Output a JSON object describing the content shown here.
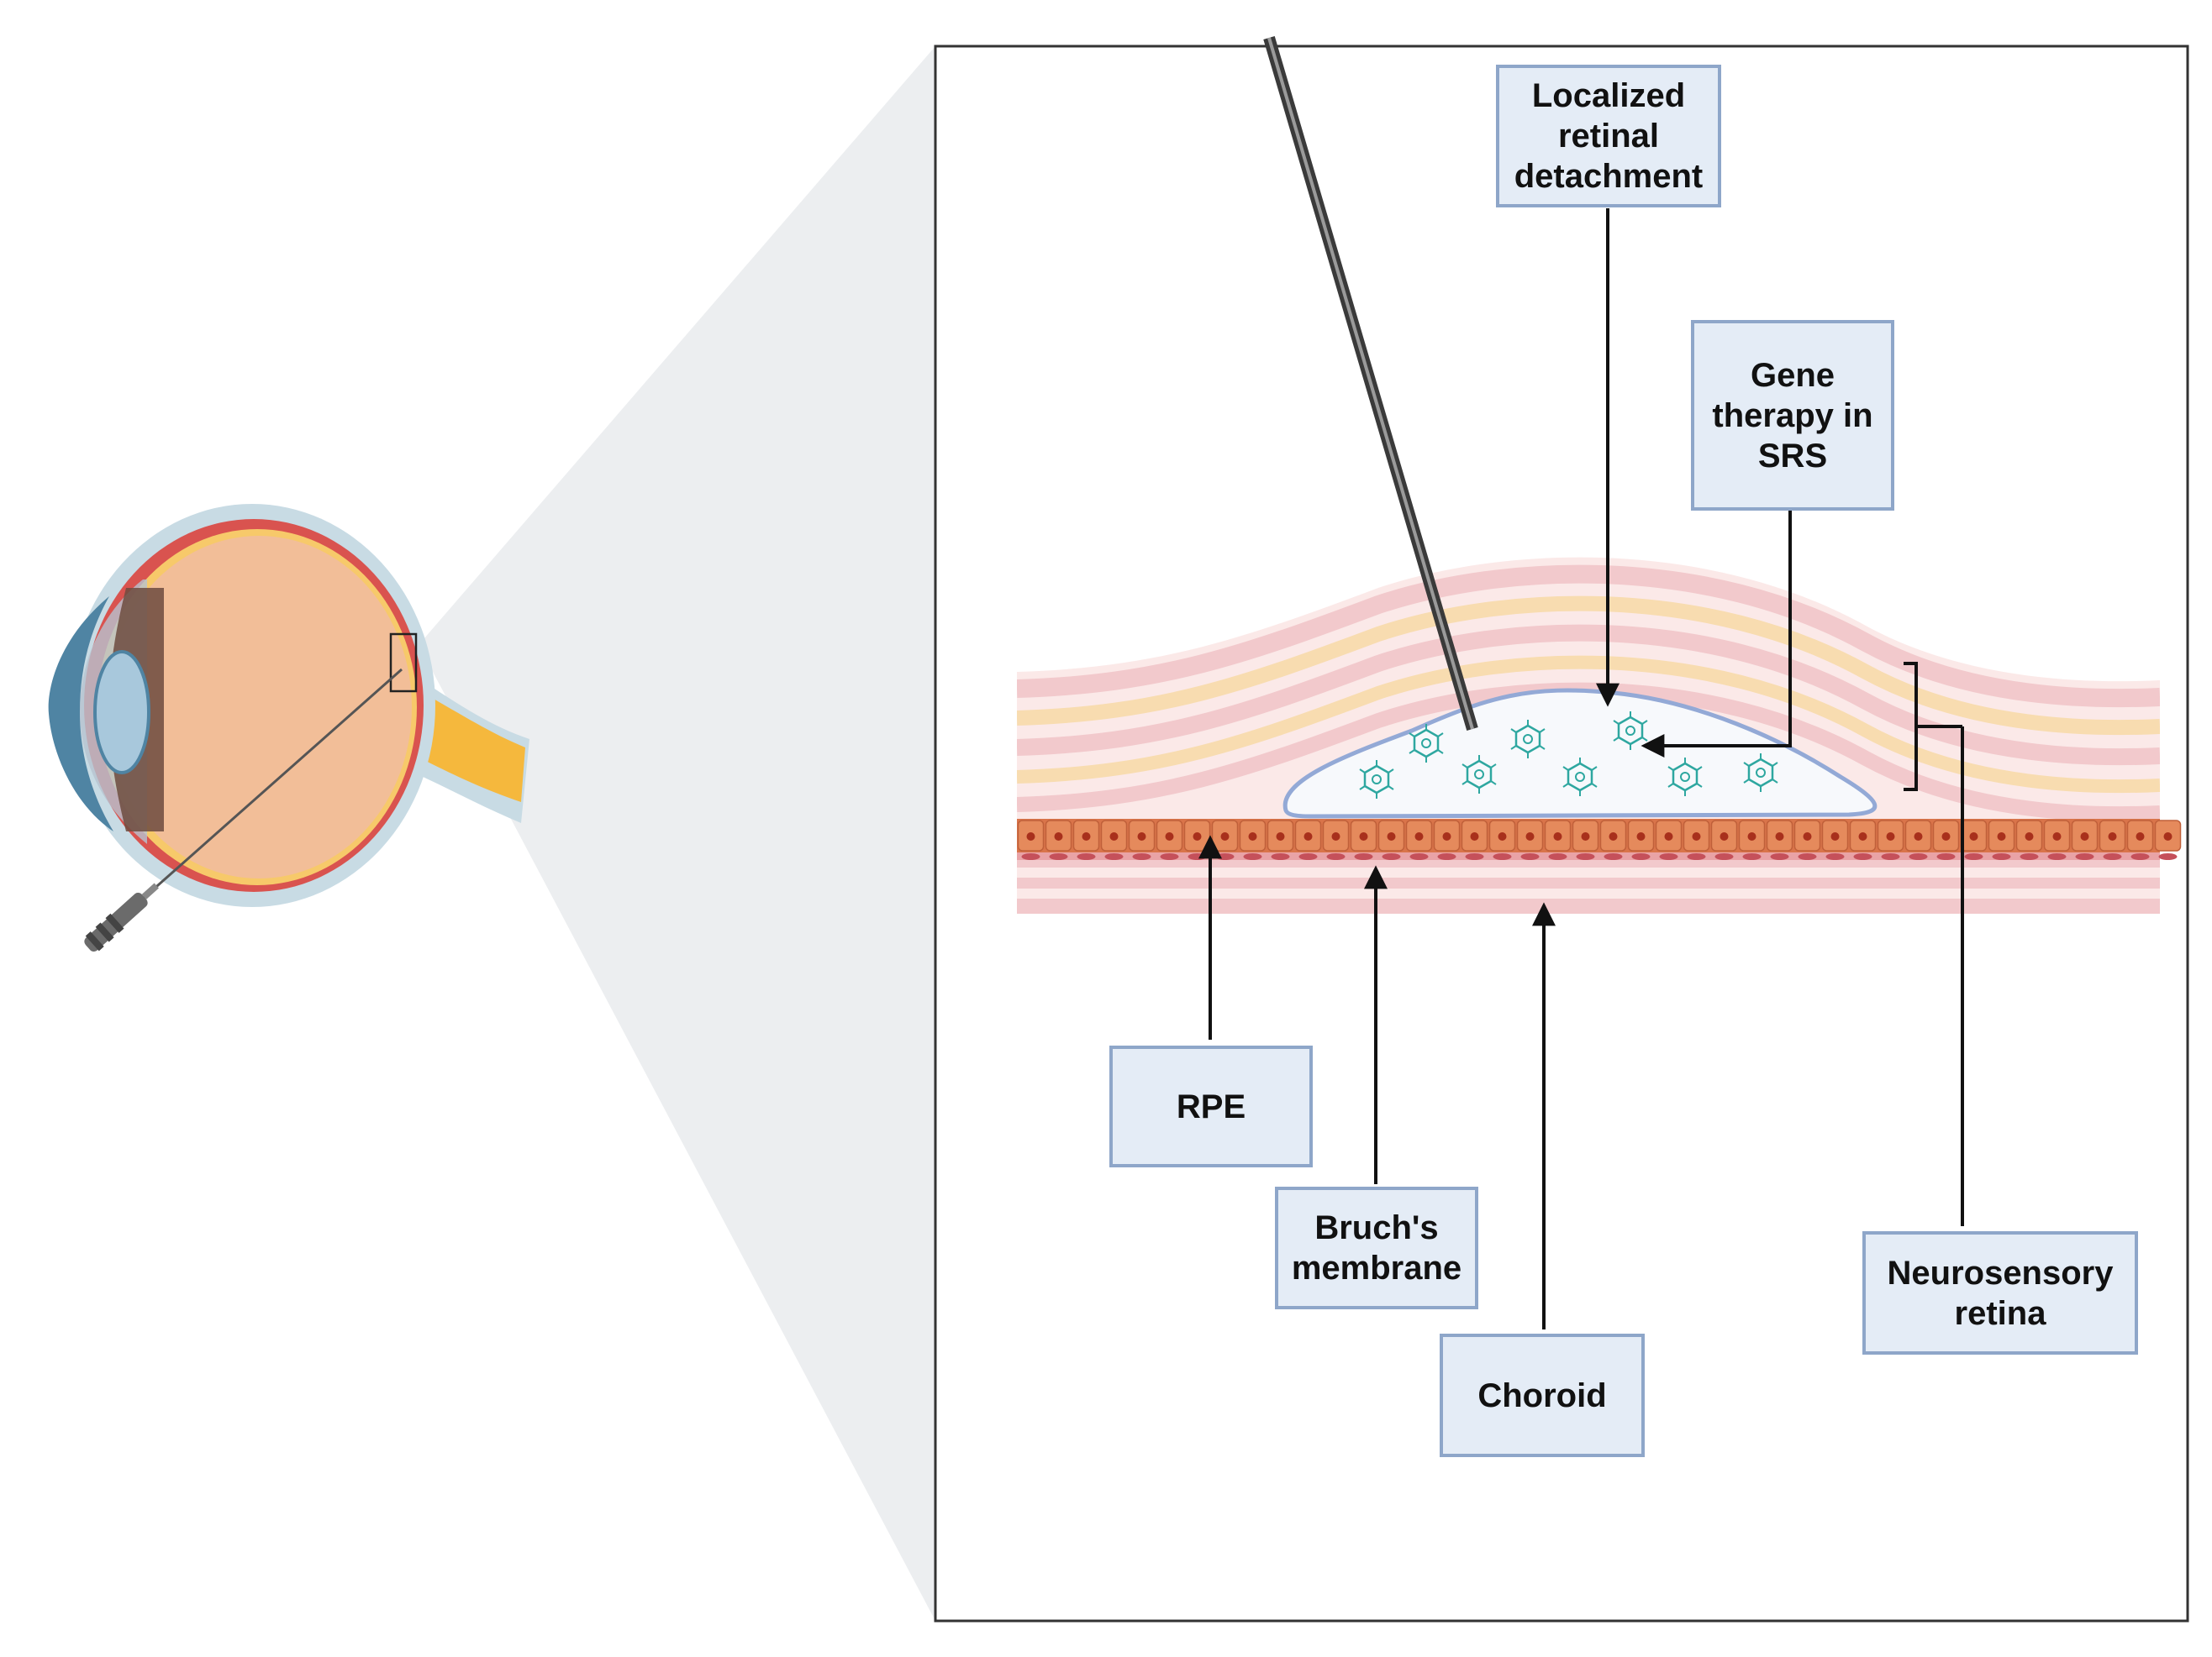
{
  "labels": {
    "localized_detachment": "Localized\nretinal\ndetachment",
    "gene_therapy": "Gene\ntherapy in\nSRS",
    "rpe": "RPE",
    "bruchs": "Bruch's\nmembrane",
    "choroid": "Choroid",
    "neurosensory": "Neurosensory\nretina"
  },
  "colors": {
    "zoom_wedge": "#eceef0",
    "frame": "#333333",
    "retina_pink": "#f2c9cc",
    "retina_light": "#fbe9e8",
    "retina_yellow": "#f8dcb0",
    "rpe_orange": "#d9744a",
    "rpe_nucleus": "#a8301c",
    "bleb_fill": "#f7f9fc",
    "bleb_stroke": "#93a9d6",
    "virus": "#2ea7a0",
    "label_fill": "#e4ecf6",
    "label_border": "#8ea6c9",
    "eye_sclera": "#c8dbe4",
    "eye_vitreous": "#f2be98",
    "eye_choroid_red": "#d9534f",
    "optic_nerve": "#f5b83d"
  }
}
